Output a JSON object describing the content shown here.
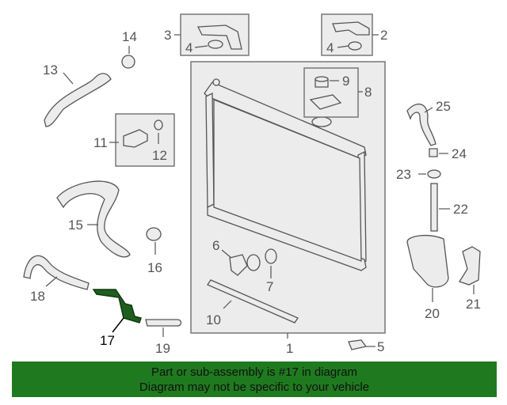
{
  "labels": {
    "p1": "1",
    "p2": "2",
    "p3": "3",
    "p4a": "4",
    "p4b": "4",
    "p5": "5",
    "p6": "6",
    "p7": "7",
    "p8": "8",
    "p9": "9",
    "p10": "10",
    "p11": "11",
    "p12": "12",
    "p13": "13",
    "p14": "14",
    "p15": "15",
    "p16": "16",
    "p17": "17",
    "p18": "18",
    "p19": "19",
    "p20": "20",
    "p21": "21",
    "p22": "22",
    "p23": "23",
    "p24": "24",
    "p25": "25"
  },
  "highlight": {
    "part": "17",
    "color": "#1f5e1f"
  },
  "banner": {
    "line1": "Part or sub-assembly is #17 in diagram",
    "line2": "Diagram may not be specific to your vehicle",
    "color": "#1f7a1f"
  }
}
